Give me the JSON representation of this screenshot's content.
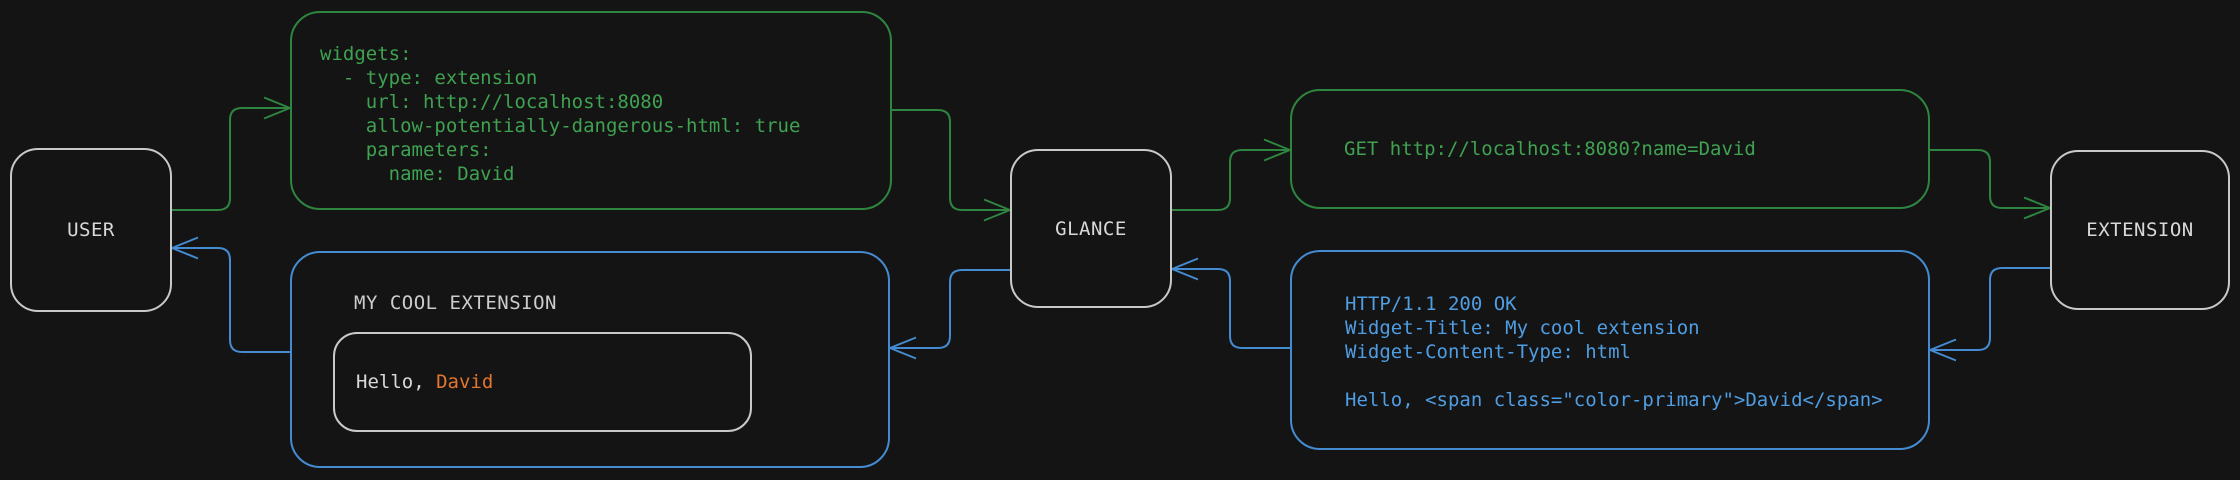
{
  "colors": {
    "bg": "#141414",
    "green_line": "#2e8540",
    "green_text": "#3fa251",
    "blue_line": "#458bd1",
    "blue_text": "#4f9de2",
    "orange": "#e2762f",
    "node_border": "#c9c9c9",
    "white_text": "#d9d9d9",
    "title_text": "#cdcdcd"
  },
  "nodes": {
    "user": {
      "label": "USER"
    },
    "glance": {
      "label": "GLANCE"
    },
    "extension": {
      "label": "EXTENSION"
    }
  },
  "config_box": {
    "code": "widgets:\n  - type: extension\n    url: http://localhost:8080\n    allow-potentially-dangerous-html: true\n    parameters:\n      name: David"
  },
  "request_box": {
    "code": "GET http://localhost:8080?name=David"
  },
  "response_box": {
    "code": "HTTP/1.1 200 OK\nWidget-Title: My cool extension\nWidget-Content-Type: html\n\nHello, <span class=\"color-primary\">David</span>"
  },
  "widget_box": {
    "title": "MY COOL EXTENSION",
    "greeting_prefix": "Hello, ",
    "greeting_name": "David"
  }
}
